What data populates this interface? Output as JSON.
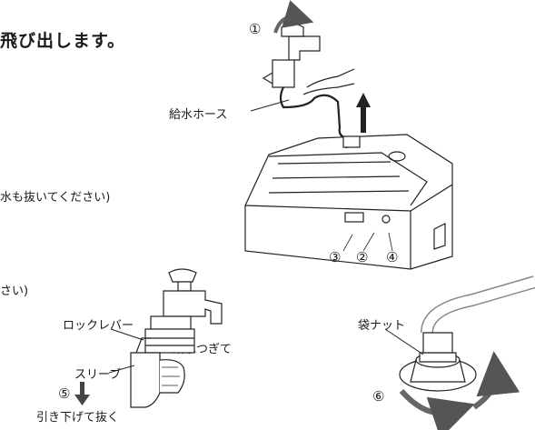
{
  "heading": "飛び出します。",
  "body_lines": [
    "水も抜いてください)",
    "さい)"
  ],
  "labels": {
    "supply_hose": "給水ホース",
    "lock_lever": "ロックレバー",
    "supply_joint": "給水つぎて",
    "sleeve": "スリーブ",
    "pull_down": "引き下げて抜く",
    "cap_nut": "袋ナット"
  },
  "step_numbers": {
    "s1": "①",
    "s2": "②",
    "s3": "③",
    "s4": "④",
    "s5": "⑤",
    "s6": "⑥"
  }
}
